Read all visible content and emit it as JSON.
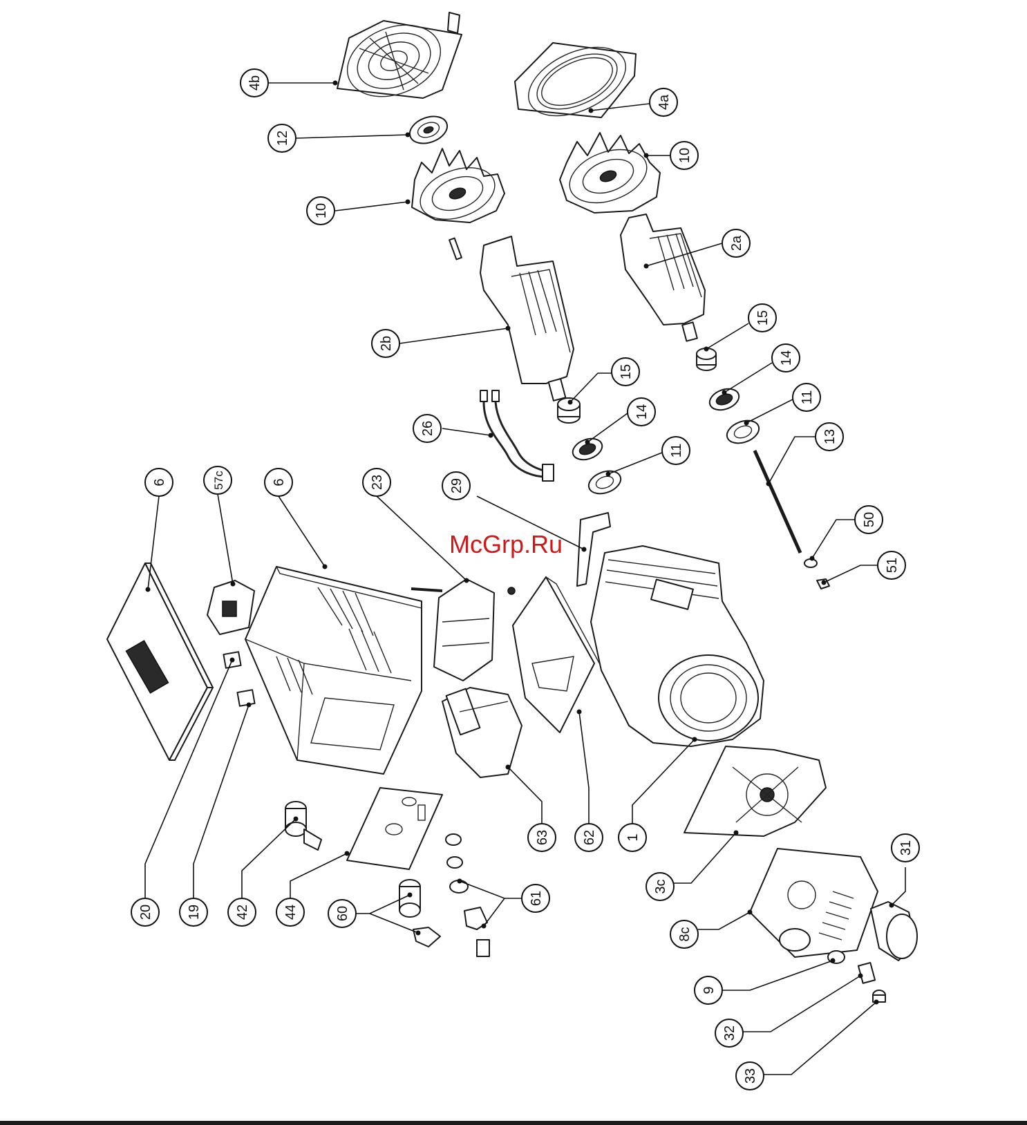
{
  "watermark": "McGrp.Ru",
  "callouts": [
    "4b",
    "4a",
    "12",
    "10",
    "10",
    "2a",
    "2b",
    "15",
    "15",
    "14",
    "14",
    "11",
    "11",
    "13",
    "26",
    "50",
    "51",
    "6",
    "57c",
    "6",
    "23",
    "29",
    "20",
    "19",
    "42",
    "44",
    "60",
    "61",
    "63",
    "62",
    "1",
    "3c",
    "31",
    "8c",
    "9",
    "32",
    "33"
  ]
}
